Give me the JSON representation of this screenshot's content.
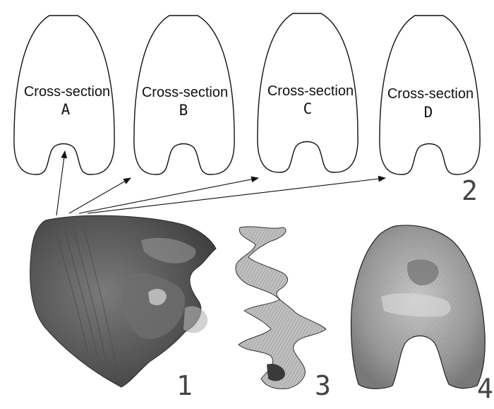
{
  "cross_sections": [
    {
      "label": "Cross-section",
      "letter": "A"
    },
    {
      "label": "Cross-section",
      "letter": "B"
    },
    {
      "label": "Cross-section",
      "letter": "C"
    },
    {
      "label": "Cross-section",
      "letter": "D"
    }
  ],
  "panels": {
    "p1": "1",
    "p2": "2",
    "p3": "3",
    "p4": "4"
  },
  "colors": {
    "outline": "#111111",
    "surface_dark": "#5a5a5a",
    "surface_mid": "#8a8a8a",
    "surface_light": "#cfcfcf"
  }
}
